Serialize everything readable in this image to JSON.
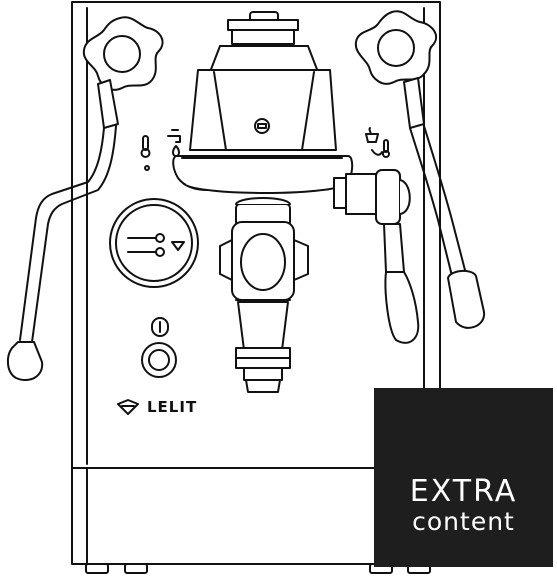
{
  "brand": {
    "logo_text": "LELIT"
  },
  "badge": {
    "line1": "EXTRA",
    "line2": "content"
  },
  "icons": [
    "temperature-icon",
    "water-tap-icon",
    "steam-cup-icon",
    "pressure-gauge-icon",
    "power-icon",
    "power-button-icon",
    "brand-logo-icon"
  ],
  "colors": {
    "line": "#111111",
    "background": "#ffffff",
    "badge": "#1e1e1e",
    "badge_text": "#ffffff"
  }
}
